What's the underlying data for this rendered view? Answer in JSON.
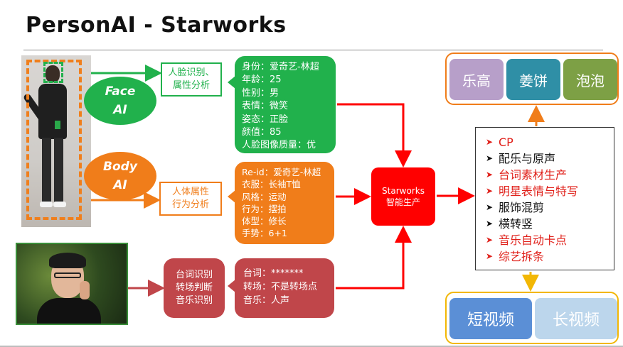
{
  "title": "PersonAI - Starworks",
  "face_ai": {
    "line1": "Face",
    "line2": "AI",
    "analysis_line1": "人脸识别、",
    "analysis_line2": "属性分析",
    "details": [
      "身份：爱奇艺-林超",
      "年龄：25",
      "性别：男",
      "表情：微笑",
      "姿态：正脸",
      "颜值：85",
      "人脸图像质量：优"
    ]
  },
  "body_ai": {
    "line1": "Body",
    "line2": "AI",
    "analysis_line1": "人体属性",
    "analysis_line2": "行为分析",
    "details": [
      "Re-id：爱奇艺-林超",
      "衣服：长袖T恤",
      "风格：运动",
      "行为：摆拍",
      "体型：修长",
      "手势：6+1"
    ]
  },
  "video_ai": {
    "tasks": [
      "台词识别",
      "转场判断",
      "音乐识别"
    ],
    "details": [
      "台词：*******",
      "转场：不是转场点",
      "音乐：人声"
    ]
  },
  "center": {
    "line1": "Starworks",
    "line2": "智能生产"
  },
  "top_tiles": [
    {
      "label": "乐高",
      "color": "#b79fc9"
    },
    {
      "label": "姜饼",
      "color": "#2f8fa6"
    },
    {
      "label": "泡泡",
      "color": "#7da045"
    }
  ],
  "bottom_tiles": [
    {
      "label": "短视频",
      "color": "#5b8fd6"
    },
    {
      "label": "长视频",
      "color": "#bcd6ec"
    }
  ],
  "outputs": [
    {
      "label": "CP",
      "color": "red"
    },
    {
      "label": "配乐与原声",
      "color": "black"
    },
    {
      "label": "台词素材生产",
      "color": "red"
    },
    {
      "label": "明星表情与特写",
      "color": "red"
    },
    {
      "label": "服饰混剪",
      "color": "black"
    },
    {
      "label": "横转竖",
      "color": "black"
    },
    {
      "label": "音乐自动卡点",
      "color": "red"
    },
    {
      "label": "综艺拆条",
      "color": "red"
    }
  ],
  "colors": {
    "face": "#21b14c",
    "body": "#f07d1a",
    "video": "#c0464a",
    "center": "#ff0000",
    "top_border": "#f07d1a",
    "bottom_border": "#f2b705"
  }
}
